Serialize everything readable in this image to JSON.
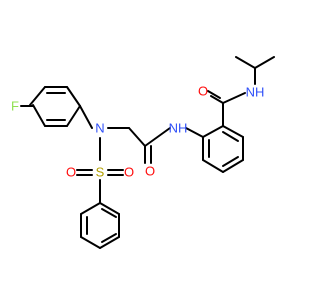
{
  "molecule": {
    "atom_labels": {
      "fluorine": "F",
      "sulfonamide_nitrogen": "N",
      "sulfur": "S",
      "sulfonyl_oxygen_left": "O",
      "sulfonyl_oxygen_right": "O",
      "acetamide_oxygen": "O",
      "amide_nh": "NH",
      "benzamide_oxygen": "O",
      "benzamide_nh": "NH"
    },
    "colors": {
      "fluorine": "#90e050",
      "nitrogen": "#3050f8",
      "oxygen": "#ff0d0d",
      "sulfur": "#b2a000",
      "bond": "#000000"
    }
  }
}
